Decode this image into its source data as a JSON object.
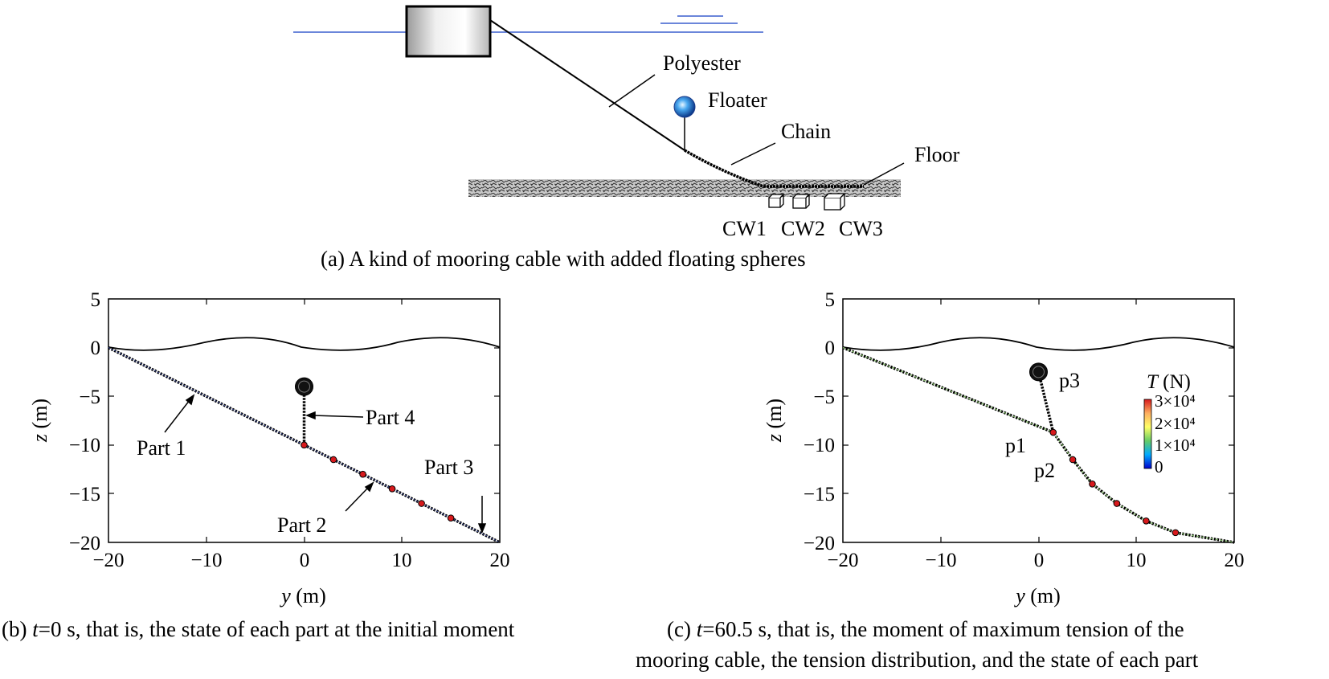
{
  "panel_a": {
    "labels": {
      "polyester": "Polyester",
      "floater": "Floater",
      "chain": "Chain",
      "floor": "Floor",
      "cw1": "CW1",
      "cw2": "CW2",
      "cw3": "CW3"
    },
    "caption": "(a) A kind of mooring cable with added floating spheres"
  },
  "panel_b": {
    "caption_prefix": "(b) ",
    "caption_var": "t",
    "caption_rest": "=0 s, that is, the state of each part at the initial moment",
    "annotations": {
      "part1": "Part 1",
      "part2": "Part 2",
      "part3": "Part 3",
      "part4": "Part 4"
    }
  },
  "panel_c": {
    "caption_prefix": "(c) ",
    "caption_var": "t",
    "caption_rest": "=60.5 s, that is, the moment of maximum tension of the",
    "caption_line2": "mooring cable, the tension distribution, and the state of each part",
    "annotations": {
      "p1": "p1",
      "p2": "p2",
      "p3": "p3"
    },
    "colorbar": {
      "title_var": "T",
      "title_unit": " (N)",
      "ticks": [
        "3×10⁴",
        "2×10⁴",
        "1×10⁴",
        "0"
      ],
      "colors": [
        "#d7191c",
        "#fdae61",
        "#ffff66",
        "#66cc66",
        "#00aaff",
        "#0000cc"
      ]
    }
  },
  "axes": {
    "xlabel_var": "y",
    "xlabel_unit": " (m)",
    "ylabel_var": "z",
    "ylabel_unit": " (m)",
    "xticks": [
      "−20",
      "−10",
      "0",
      "10",
      "20"
    ],
    "yticks": [
      "5",
      "0",
      "−5",
      "−10",
      "−15",
      "−20"
    ]
  },
  "chart_data": [
    {
      "type": "line",
      "panel": "b",
      "xlim": [
        -20,
        20
      ],
      "ylim": [
        -20,
        5
      ],
      "series": [
        {
          "x": [
            -20,
            20
          ],
          "y": [
            0,
            -20
          ]
        },
        {
          "x": [
            0,
            0
          ],
          "y": [
            -10,
            -4
          ]
        },
        {
          "x": [
            0,
            3,
            6,
            9,
            12,
            15
          ],
          "y": [
            -10,
            -11.5,
            -13,
            -14.5,
            -16,
            -17.5
          ]
        }
      ]
    },
    {
      "type": "line",
      "panel": "c",
      "xlim": [
        -20,
        20
      ],
      "ylim": [
        -20,
        5
      ],
      "series": [
        {
          "x": [
            -20,
            1.5,
            3.5,
            5.5,
            8,
            11,
            14,
            20
          ],
          "y": [
            0,
            -8.7,
            -11.5,
            -14,
            -16,
            -17.8,
            -19,
            -20
          ]
        },
        {
          "x": [
            1.5,
            0
          ],
          "y": [
            -8.7,
            -2.5
          ]
        },
        {
          "x": [
            1.5,
            3.5,
            5.5,
            8,
            11,
            14
          ],
          "y": [
            -8.7,
            -11.5,
            -14,
            -16,
            -17.8,
            -19
          ]
        }
      ]
    }
  ]
}
